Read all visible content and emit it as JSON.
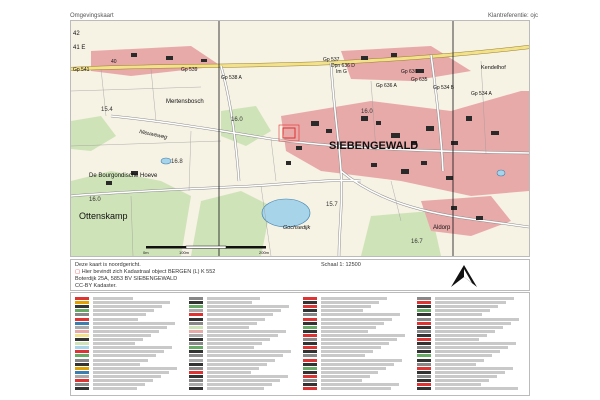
{
  "header": {
    "left": "Omgevingskaart",
    "right": "Klantreferentie: ojc"
  },
  "map": {
    "places": {
      "siebengewald": "SIEBENGEWALD",
      "ottenskamp": "Ottenskamp",
      "mertensbosch": "Mertensbosch",
      "bourgondische": "De Bourgondische Hoeve",
      "aldorp": "Aldorp",
      "kendelhof": "Kendelhof",
      "nieuweweg": "Nieuweweg",
      "gochsedijk": "Gochsedijk"
    },
    "labels": {
      "gp537": "Gp 537",
      "dpn636": "Dpn 636 D",
      "gp636": "Gp 636",
      "gp635": "Gp 635",
      "gp636a": "Gp 636 A",
      "gp534b": "Gp 534 B",
      "gp534a": "Gp 534 A",
      "gp539": "Gp 539",
      "gp538a": "Gp 538 A",
      "gp541": "Gp 541",
      "mg": "Im G",
      "n42": "42",
      "n41e": "41 E",
      "n40": "40"
    },
    "elevations": {
      "e1": "15.4",
      "e2": "16.0",
      "e3": "16.8",
      "e4": "16.0",
      "e5": "15.7",
      "e6": "16.0",
      "e7": "16.7"
    },
    "scalebar": [
      "0m",
      "100m",
      "200m"
    ]
  },
  "info": {
    "north_note": "Deze kaart is noordgericht.",
    "parcel": "Hier bevindt zich Kadastraal object BERGEN (L) K 552",
    "address": "Boterdijk 25A, 5853 BV SIEBENGEWALD",
    "license": "CC-BY Kadaster.",
    "scale": "Schaal 1: 12500"
  },
  "colors": {
    "built": "#e8a9a9",
    "field": "#f6f2e4",
    "forest": "#cfe3b8",
    "water": "#a8d4ea",
    "road": "#ffffff",
    "main_road": "#f3e28c",
    "building": "#2a2a2a",
    "parcel_marker": "#e03030"
  }
}
